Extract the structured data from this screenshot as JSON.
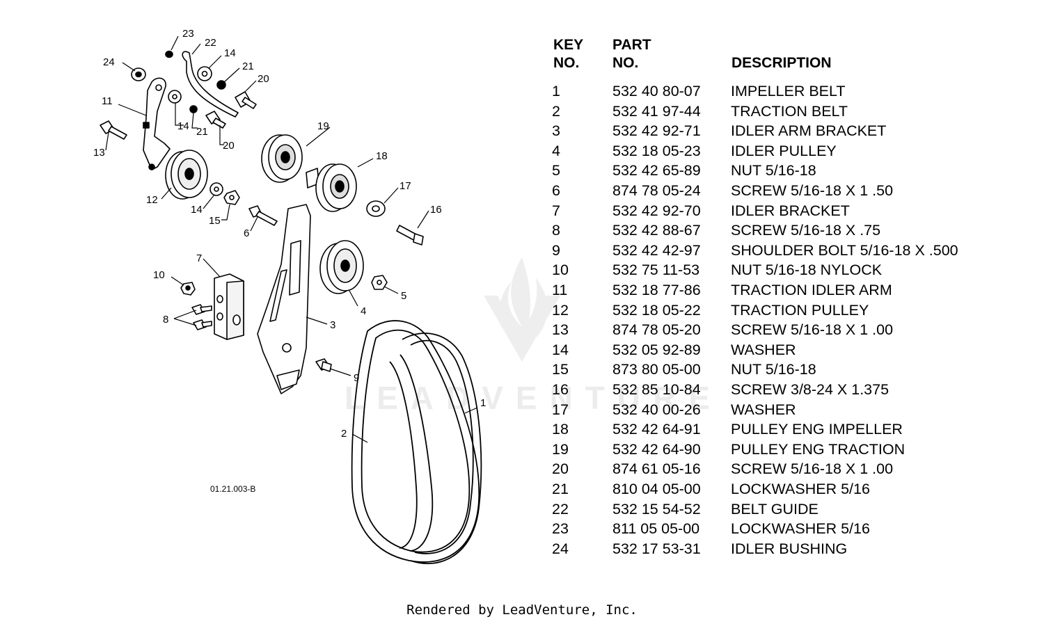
{
  "figure_id": "01.21.003-B",
  "table": {
    "headers": {
      "key_line1": "KEY",
      "key_line2": "NO.",
      "part_line1": "PART",
      "part_line2": "NO.",
      "description": "DESCRIPTION"
    },
    "rows": [
      {
        "key": "1",
        "part": "532 40 80-07",
        "description": "IMPELLER BELT"
      },
      {
        "key": "2",
        "part": "532 41 97-44",
        "description": "TRACTION BELT"
      },
      {
        "key": "3",
        "part": "532 42 92-71",
        "description": "IDLER ARM BRACKET"
      },
      {
        "key": "4",
        "part": "532 18 05-23",
        "description": "IDLER PULLEY"
      },
      {
        "key": "5",
        "part": "532 42 65-89",
        "description": "NUT 5/16-18"
      },
      {
        "key": "6",
        "part": "874 78 05-24",
        "description": "SCREW 5/16-18 X 1 .50"
      },
      {
        "key": "7",
        "part": "532 42 92-70",
        "description": "IDLER BRACKET"
      },
      {
        "key": "8",
        "part": "532 42 88-67",
        "description": "SCREW 5/16-18 X .75"
      },
      {
        "key": "9",
        "part": "532 42 42-97",
        "description": "SHOULDER BOLT 5/16-18 X .500"
      },
      {
        "key": "10",
        "part": "532 75 11-53",
        "description": "NUT 5/16-18 NYLOCK"
      },
      {
        "key": "11",
        "part": "532 18 77-86",
        "description": "TRACTION IDLER ARM"
      },
      {
        "key": "12",
        "part": "532 18 05-22",
        "description": "TRACTION PULLEY"
      },
      {
        "key": "13",
        "part": "874 78 05-20",
        "description": "SCREW 5/16-18 X 1 .00"
      },
      {
        "key": "14",
        "part": "532 05 92-89",
        "description": "WASHER"
      },
      {
        "key": "15",
        "part": "873 80 05-00",
        "description": "NUT 5/16-18"
      },
      {
        "key": "16",
        "part": "532 85 10-84",
        "description": "SCREW 3/8-24 X 1.375"
      },
      {
        "key": "17",
        "part": "532 40 00-26",
        "description": "WASHER"
      },
      {
        "key": "18",
        "part": "532 42 64-91",
        "description": "PULLEY ENG IMPELLER"
      },
      {
        "key": "19",
        "part": "532 42 64-90",
        "description": "PULLEY ENG TRACTION"
      },
      {
        "key": "20",
        "part": "874 61 05-16",
        "description": "SCREW 5/16-18 X 1 .00"
      },
      {
        "key": "21",
        "part": "810 04 05-00",
        "description": "LOCKWASHER 5/16"
      },
      {
        "key": "22",
        "part": "532 15 54-52",
        "description": "BELT GUIDE"
      },
      {
        "key": "23",
        "part": "811 05 05-00",
        "description": "LOCKWASHER 5/16"
      },
      {
        "key": "24",
        "part": "532 17 53-31",
        "description": "IDLER BUSHING"
      }
    ]
  },
  "callouts": [
    "24",
    "23",
    "22",
    "14",
    "21",
    "20",
    "11",
    "14",
    "21",
    "20",
    "13",
    "19",
    "18",
    "12",
    "14",
    "15",
    "17",
    "16",
    "6",
    "7",
    "10",
    "8",
    "3",
    "4",
    "5",
    "9",
    "1",
    "2"
  ],
  "watermark": "LEADVENTURE",
  "footer": "Rendered by LeadVenture, Inc."
}
